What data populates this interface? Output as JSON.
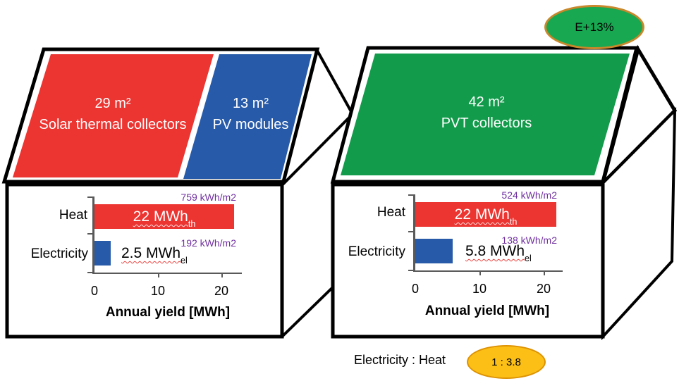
{
  "colors": {
    "red": "#EC3431",
    "blue": "#275AA8",
    "green": "#129B4B",
    "purple": "#7030A0",
    "axis": "#595959",
    "badge_green": "#17A851",
    "badge_green_border": "#C8882B",
    "badge_gold": "#FBBF16",
    "badge_gold_border": "#DD9203"
  },
  "left_house": {
    "roof_panels": [
      {
        "area": "29 m²",
        "label": "Solar thermal collectors"
      },
      {
        "area": "13 m²",
        "label": "PV modules"
      }
    ]
  },
  "right_house": {
    "roof_panels": [
      {
        "area": "42 m²",
        "label": "PVT collectors"
      }
    ]
  },
  "badges": {
    "electricity_gain": "E+13%",
    "ratio_label": "Electricity : Heat",
    "ratio_value": "1 : 3.8"
  },
  "chart_data": [
    {
      "type": "bar",
      "orientation": "horizontal",
      "system": "Solar thermal collectors + PV modules",
      "categories": [
        "Heat",
        "Electricity"
      ],
      "values": [
        22,
        2.5
      ],
      "value_labels": [
        "22 MWh",
        "2.5 MWh"
      ],
      "value_subscripts": [
        "th",
        "el"
      ],
      "specific_yields": [
        "759 kWh/m2",
        "192 kWh/m2"
      ],
      "xlabel": "Annual yield [MWh]",
      "xticks": [
        0,
        10,
        20
      ],
      "xlim": [
        0,
        23
      ],
      "grid": false,
      "legend": false
    },
    {
      "type": "bar",
      "orientation": "horizontal",
      "system": "PVT collectors",
      "categories": [
        "Heat",
        "Electricity"
      ],
      "values": [
        22,
        5.8
      ],
      "value_labels": [
        "22 MWh",
        "5.8 MWh"
      ],
      "value_subscripts": [
        "th",
        "el"
      ],
      "specific_yields": [
        "524 kWh/m2",
        "138 kWh/m2"
      ],
      "xlabel": "Annual yield [MWh]",
      "xticks": [
        0,
        10,
        20
      ],
      "xlim": [
        0,
        23
      ],
      "grid": false,
      "legend": false
    }
  ]
}
